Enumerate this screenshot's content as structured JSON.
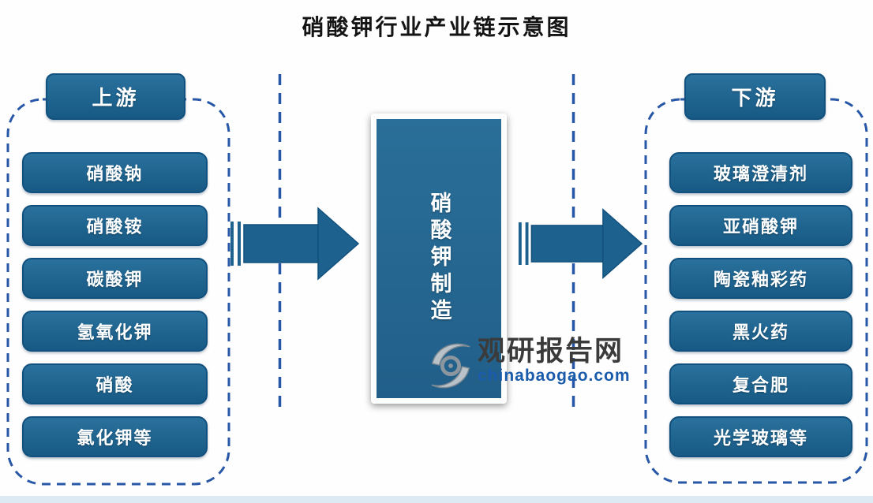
{
  "title": "硝酸钾行业产业链示意图",
  "upstream": {
    "header": "上游",
    "items": [
      "硝酸钠",
      "硝酸铵",
      "碳酸钾",
      "氢氧化钾",
      "硝酸",
      "氯化钾等"
    ]
  },
  "midstream": {
    "label": "硝酸钾制造"
  },
  "downstream": {
    "header": "下游",
    "items": [
      "玻璃澄清剂",
      "亚硝酸钾",
      "陶瓷釉彩药",
      "黑火药",
      "复合肥",
      "光学玻璃等"
    ]
  },
  "watermark": {
    "brand": "观研报告网",
    "site": "chinabaogao.com"
  },
  "colors": {
    "node_blue": "#1f648f",
    "node_border": "#12507d",
    "dashed_blue": "#2757a6",
    "watermark_brand": "#3b3b3b",
    "watermark_site": "#1a5cab"
  }
}
